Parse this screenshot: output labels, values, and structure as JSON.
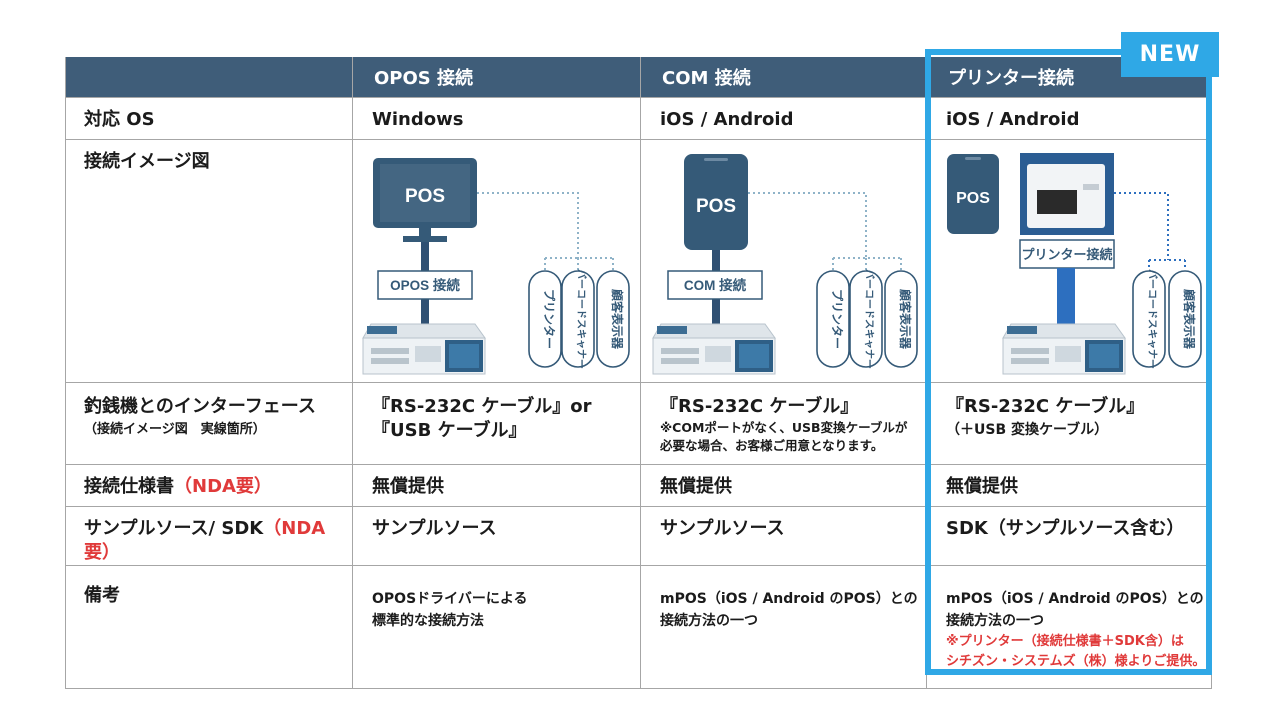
{
  "badge": "NEW",
  "columns": [
    "",
    "OPOS 接続",
    "COM 接続",
    "プリンター接続"
  ],
  "rows": {
    "os": {
      "label": "対応 OS",
      "values": [
        "Windows",
        "iOS / Android",
        "iOS / Android"
      ]
    },
    "image": {
      "label": "接続イメージ図",
      "pos": "POS",
      "opos_connection": "OPOS 接続",
      "com_connection": "COM 接続",
      "printer_connection": "プリンター接続",
      "device_printer": "プリンター",
      "device_barcode": "バーコードスキャナー",
      "device_display": "顧客表示器"
    },
    "interface": {
      "label": "釣銭機とのインターフェース",
      "sublabel": "（接続イメージ図　実線箇所）",
      "opos_line1": "『RS-232C ケーブル』or",
      "opos_line2": "『USB ケーブル』",
      "com_main": "『RS-232C ケーブル』",
      "com_note1": "※COMポートがなく、USB変換ケーブルが",
      "com_note2": "必要な場合、お客様ご用意となります。",
      "printer_main": "『RS-232C ケーブル』",
      "printer_sub": "（＋USB 変換ケーブル）"
    },
    "spec": {
      "label": "接続仕様書",
      "nda": "（NDA要）",
      "values": [
        "無償提供",
        "無償提供",
        "無償提供"
      ]
    },
    "sample": {
      "label": "サンプルソース/ SDK",
      "nda": "（NDA要）",
      "values": [
        "サンプルソース",
        "サンプルソース",
        "SDK（サンプルソース含む）"
      ]
    },
    "remarks": {
      "label": "備考",
      "opos_line1": "OPOSドライバーによる",
      "opos_line2": "標準的な接続方法",
      "com_line1": "mPOS（iOS / Android のPOS）との",
      "com_line2": "接続方法の一つ",
      "printer_line1": "mPOS（iOS / Android のPOS）との",
      "printer_line2": "接続方法の一つ",
      "printer_red1": "※プリンター（接続仕様書＋SDK含）は",
      "printer_red2": "シチズン・システムズ（株）様よりご提供。"
    }
  },
  "colors": {
    "header_bg": "#3f5d79",
    "accent_blue": "#2fa8e6",
    "device_blue": "#355a78",
    "dashed": "#8fb3c8",
    "nda_red": "#e03a3a"
  }
}
